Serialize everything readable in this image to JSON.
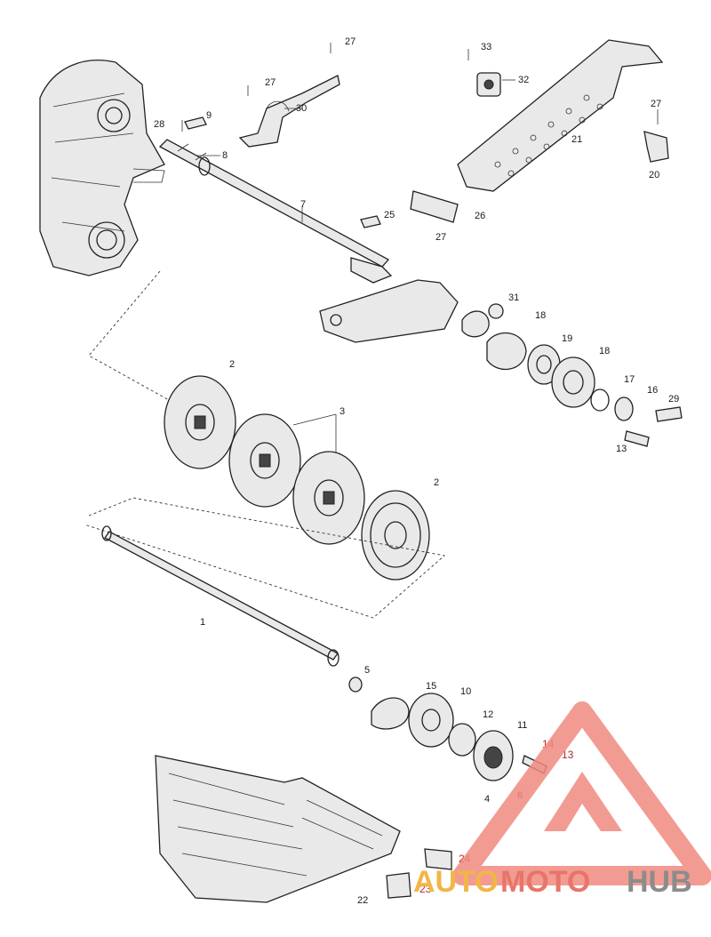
{
  "callouts": {
    "c1": "1",
    "c2a": "2",
    "c2b": "2",
    "c3": "3",
    "c4": "4",
    "c5": "5",
    "c6": "6",
    "c7": "7",
    "c8": "8",
    "c9": "9",
    "c10": "10",
    "c11": "11",
    "c12": "12",
    "c13a": "13",
    "c13b": "13",
    "c14": "14",
    "c15": "15",
    "c16": "16",
    "c17": "17",
    "c18a": "18",
    "c18b": "18",
    "c19": "19",
    "c20": "20",
    "c21": "21",
    "c22": "22",
    "c23": "23",
    "c24": "24",
    "c25": "25",
    "c26": "26",
    "c27a": "27",
    "c27b": "27",
    "c27c": "27",
    "c27d": "27",
    "c28": "28",
    "c29": "29",
    "c30": "30",
    "c31": "31",
    "c32": "32",
    "c33": "33"
  },
  "watermark": {
    "brand_auto": "AUTO",
    "brand_moto": "MOTO",
    "brand_hub": "HUB",
    "color_auto": "#f2b548",
    "color_moto": "#e8756a",
    "color_hub": "#8c8c8c",
    "logo_color": "#f08a80"
  }
}
